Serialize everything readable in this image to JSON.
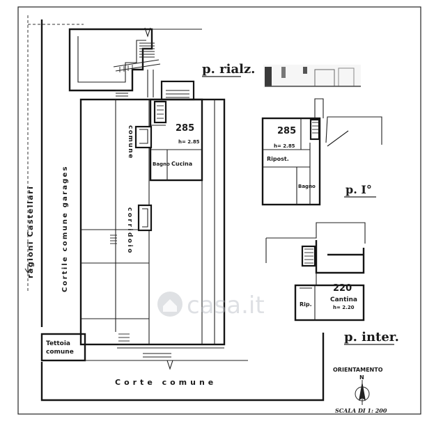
{
  "labels": {
    "floor_rialz": "p. rialz.",
    "floor_1": "p. I°",
    "floor_inter": "p. inter.",
    "street": "ragioni Castellari",
    "garage_court": "Cortile comune garages",
    "corridor_upper": "comune",
    "corridor_lower": "corridoio",
    "courtyard": "Corte comune",
    "shed_line1": "Tettoia",
    "shed_line2": "comune",
    "unit_rialz_num": "285",
    "unit_rialz_height": "h= 2.85",
    "bagno_rialz": "Bagno",
    "cucina_rialz": "Cucina",
    "unit_1_num": "285",
    "unit_1_height": "h= 2.85",
    "ripost_1": "Ripost.",
    "bagno_1": "Bagno",
    "unit_inter_num": "220",
    "cantina": "Cantina",
    "cantina_height": "h= 2.20",
    "rip_inter": "Rip.",
    "orientation": "ORIENTAMENTO",
    "north": "N",
    "scale": "SCALA DI 1: 200",
    "watermark": "casa.it"
  },
  "colors": {
    "ink": "#141414",
    "paper": "#ffffff",
    "watermark": "#b8bcc4"
  },
  "icons": {
    "north_arrow": "compass-north-icon",
    "watermark_logo": "house-logo-icon"
  }
}
